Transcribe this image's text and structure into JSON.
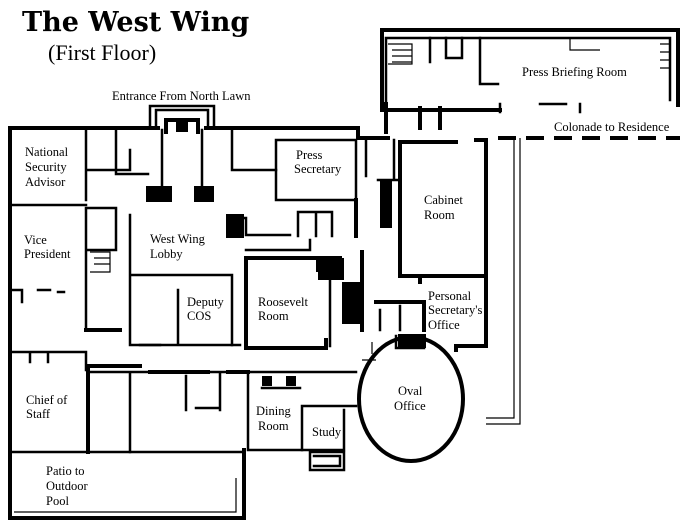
{
  "title": "The West Wing",
  "subtitle": "(First Floor)",
  "labels": {
    "entrance": "Entrance From North Lawn",
    "press_briefing": "Press Briefing Room",
    "colonnade": "Colonade to Residence",
    "nsa_1": "National",
    "nsa_2": "Security",
    "nsa_3": "Advisor",
    "press_sec_1": "Press",
    "press_sec_2": "Secretary",
    "cabinet_1": "Cabinet",
    "cabinet_2": "Room",
    "vp_1": "Vice",
    "vp_2": "President",
    "lobby_1": "West Wing",
    "lobby_2": "Lobby",
    "deputy_1": "Deputy",
    "deputy_2": "COS",
    "roosevelt_1": "Roosevelt",
    "roosevelt_2": "Room",
    "personal_1": "Personal",
    "personal_2": "Secretary's",
    "personal_3": "Office",
    "chief_1": "Chief of",
    "chief_2": "Staff",
    "oval_1": "Oval",
    "oval_2": "Office",
    "dining_1": "Dining",
    "dining_2": "Room",
    "study": "Study",
    "patio_1": "Patio to",
    "patio_2": "Outdoor",
    "patio_3": "Pool"
  }
}
